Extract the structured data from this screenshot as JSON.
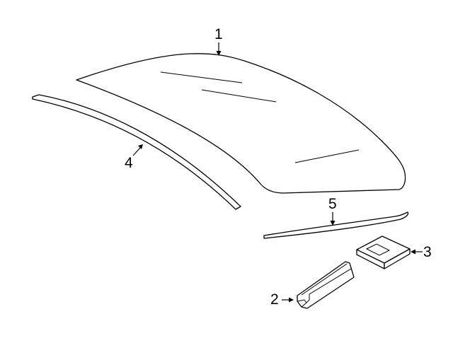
{
  "diagram": {
    "type": "exploded-parts-diagram",
    "background": "#ffffff",
    "line_color": "#000000",
    "parts": [
      {
        "id": "1",
        "label": "1",
        "description": "roof glass panel"
      },
      {
        "id": "2",
        "label": "2",
        "description": "bracket / channel block"
      },
      {
        "id": "3",
        "label": "3",
        "description": "adhesive pad / box"
      },
      {
        "id": "4",
        "label": "4",
        "description": "side molding strip (left)"
      },
      {
        "id": "5",
        "label": "5",
        "description": "rear molding strip"
      }
    ]
  },
  "callouts": {
    "c1": "1",
    "c2": "2",
    "c3": "3",
    "c4": "4",
    "c5": "5"
  }
}
